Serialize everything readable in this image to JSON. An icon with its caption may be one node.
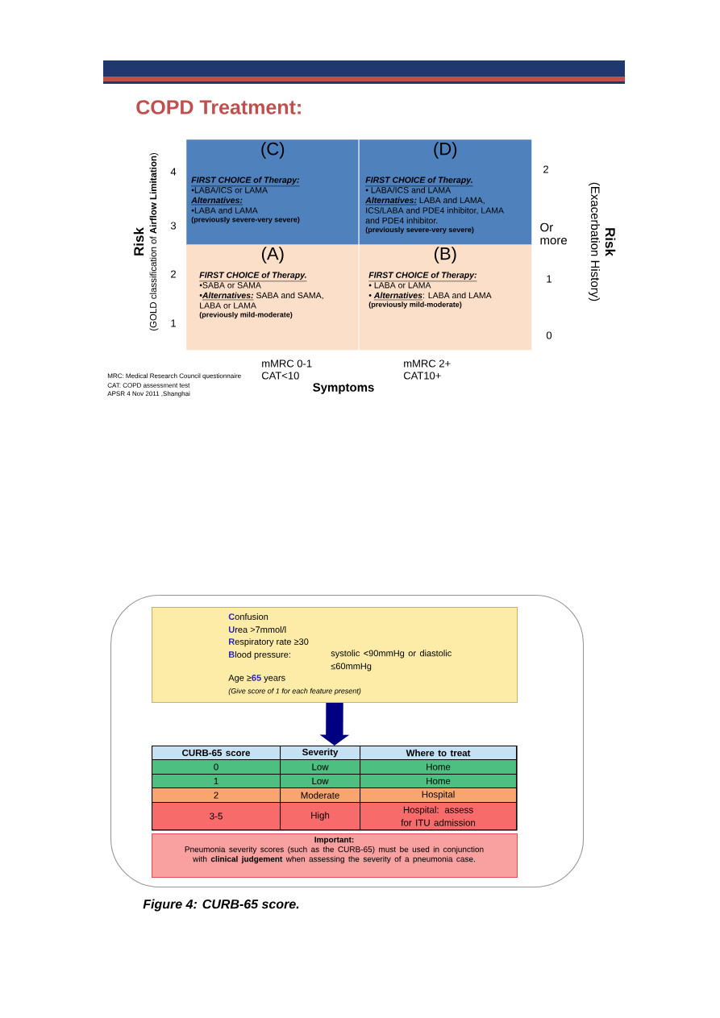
{
  "diagram": {
    "title": "COPD Treatment:",
    "caption": "Figure 4: CURB-65 score.",
    "nodes": [
      {
        "text": [
          "(C)",
          "FIRST CHOICE of Therapy:",
          "•LABA/ICS or LAMA",
          "*Alternatives:*",
          "•LABA and LAMA",
          "(previously severe-very severe)"
        ]
      },
      {
        "text": [
          "(D)",
          "FIRST CHOICE of Therapy.",
          "• LABA/ICS and LAMA",
          "*Alternatives:* LABA and LAMA, ICS/LABA and PDE4 inhibitor, LAMA and PDE4 inhibitor.",
          "(previously severe-very severe)"
        ]
      },
      {
        "text": [
          "(A)",
          "FIRST CHOICE of Therapy.",
          "•SABA or SAMA",
          "•*Alternatives:* SABA and SAMA, LABA or LAMA",
          "(previously mild-moderate)"
        ]
      },
      {
        "text": [
          "(B)",
          "FIRST CHOICE of Therapy:",
          "• LABA or LAMA",
          "• *Alternatives*: LABA and LAMA",
          "(previously mild-moderate)"
        ]
      },
      {
        "text": [],
        "shape": "box"
      },
      {
        "text": [
          "**C**onfusion",
          "**U**rea >7mmol/l",
          "**R**espiratory rate ≥30",
          "**B**lood pressure:",
          "systolic <90mmHg or diastolic ≤60mmHg",
          "Age ≥**65** years",
          "(Give score of 1 for each feature present)"
        ],
        "in": 4
      },
      {
        "text": [
          "CURB-65 score",
          "Severity",
          "Where to treat",
          "0",
          "Low",
          "Home",
          "1",
          "Low",
          "Home",
          "2",
          "Moderate",
          "Hospital",
          "3-5",
          "High",
          "Hospital: assess for ITU admission"
        ],
        "in": 4
      },
      {
        "text": [
          "Important:",
          "Pneumonia severity scores (such as the CURB-65) must be used in conjunction with **clinical judgement** when assessing the severity of a pneumonia case."
        ],
        "in": 4
      }
    ],
    "edges": [
      {
        "from": 5,
        "to": 6,
        "arrow": "to",
        "color": "#000080"
      }
    ],
    "labels": [
      "Risk",
      "(GOLD classification of **Airflow Limitation**)",
      "4",
      "3",
      "2",
      "1",
      "2",
      "Or more",
      "1",
      "0",
      "Risk",
      "(Exacerbation History)",
      "mMRC 0-1",
      "CAT<10",
      "mMRC 2+",
      "CAT10+",
      "Symptoms",
      "MRC: Medical Research Council questionnaire",
      "CAT: COPD assessment test",
      "APSR 4 Nov 2011 ,Shanghai"
    ]
  }
}
